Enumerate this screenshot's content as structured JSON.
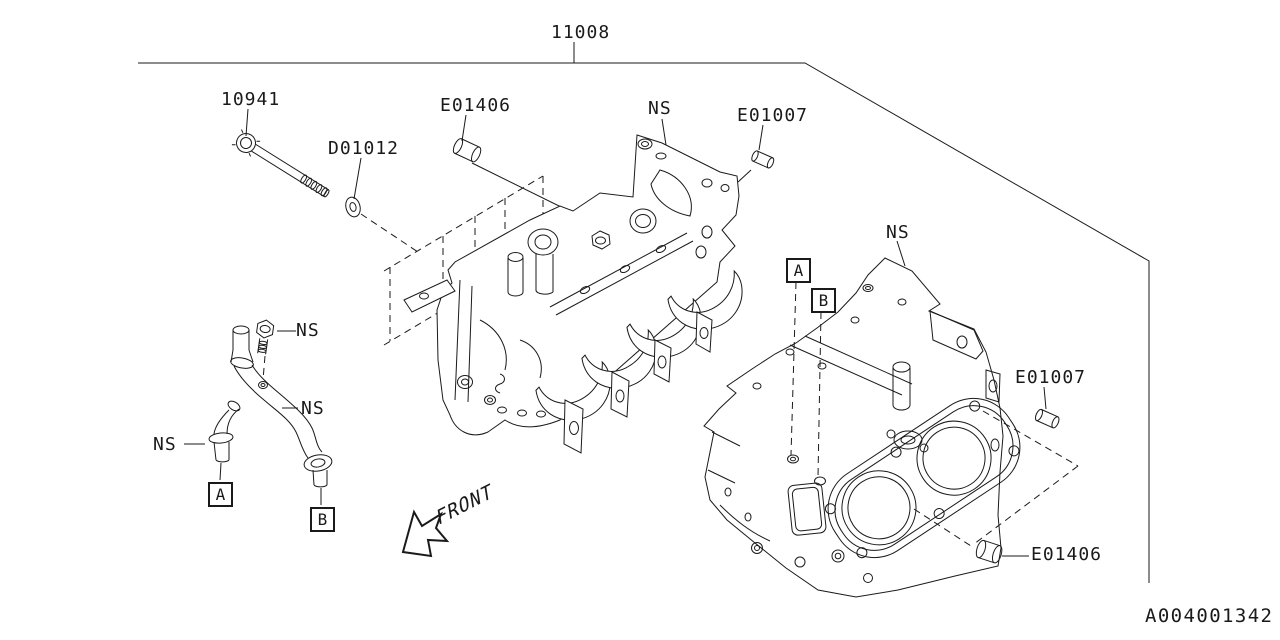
{
  "colors": {
    "line": "#1a1a1a",
    "background": "#ffffff"
  },
  "bracket": {
    "group_number": "11008"
  },
  "parts": {
    "bolt": "10941",
    "washer": "D01012",
    "dowel_front_top": "E01406",
    "dowel_rear_bottom": "E01406",
    "pin_front": "E01007",
    "pin_rear": "E01007"
  },
  "ns_labels": {
    "front_block": "NS",
    "rear_block": "NS",
    "pipe_bolt": "NS",
    "pipe_b": "NS",
    "hose_a": "NS"
  },
  "callouts": {
    "a": "A",
    "b": "B"
  },
  "annotations": {
    "front": "FRONT",
    "drawing_number": "A004001342"
  }
}
